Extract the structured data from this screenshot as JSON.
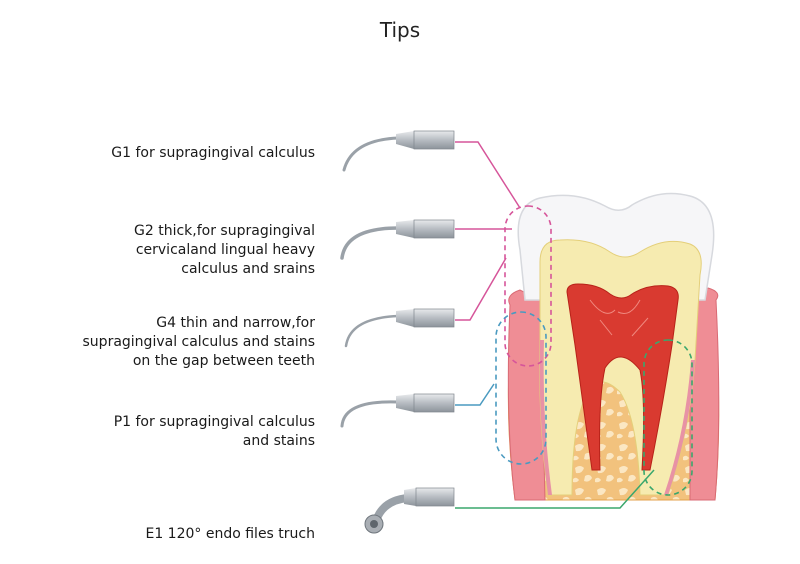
{
  "title": "Tips",
  "tips": [
    {
      "lines": [
        "G1 for supragingival calculus"
      ]
    },
    {
      "lines": [
        "G2 thick,for supragingival",
        "cervicaland lingual heavy",
        "calculus and srains"
      ]
    },
    {
      "lines": [
        "G4 thin and narrow,for",
        "supragingival calculus and stains",
        "on the gap between teeth"
      ]
    },
    {
      "lines": [
        "P1 for supragingival calculus",
        "and stains"
      ]
    },
    {
      "lines": [
        "E1 120°  endo files truch"
      ]
    }
  ],
  "colors": {
    "pink": "#d6559a",
    "blue": "#4a9ac0",
    "green": "#3aa76d",
    "enamel": "#f4f4f6",
    "dentin": "#f6ebb0",
    "pulp": "#d93a30",
    "gum": "#ef8d95",
    "bone": "#f2b86a",
    "steel": "#b9bec4"
  }
}
